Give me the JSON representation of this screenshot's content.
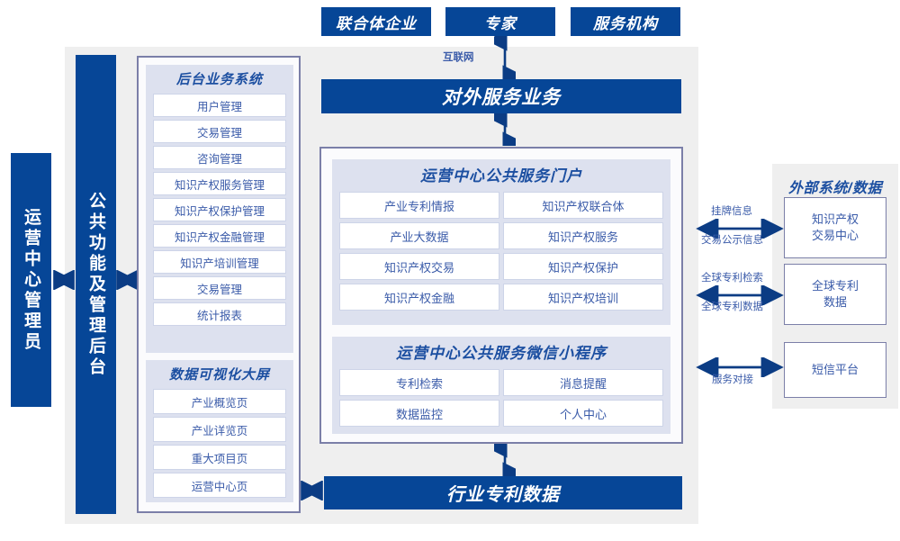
{
  "meta": {
    "colors": {
      "brand_blue": "#064697",
      "panel_bg": "#dde1ef",
      "container_gray": "#efefef",
      "border_purple": "#7b7fa8",
      "text_blue": "#3a5ba9"
    }
  },
  "top_actors": [
    {
      "label": "联合体企业"
    },
    {
      "label": "专家"
    },
    {
      "label": "服务机构"
    }
  ],
  "connectors": {
    "internet": "互联网",
    "listing_info": "挂牌信息",
    "trade_public_info": "交易公示信息",
    "global_patent_search": "全球专利检索",
    "global_patent_data": "全球专利数据",
    "service_docking": "服务对接"
  },
  "external_service_bar": {
    "label": "对外服务业务"
  },
  "bottom_bar": {
    "label": "行业专利数据"
  },
  "left_columns": {
    "admin": {
      "label": "运营中心管理员"
    },
    "common_backend": {
      "label": "公共功能及管理后台"
    }
  },
  "backend_system": {
    "title": "后台业务系统",
    "items": [
      "用户管理",
      "交易管理",
      "咨询管理",
      "知识产权服务管理",
      "知识产权保护管理",
      "知识产权金融管理",
      "知识产培训管理",
      "交易管理",
      "统计报表"
    ]
  },
  "visualization_screen": {
    "title": "数据可视化大屏",
    "items": [
      "产业概览页",
      "产业详览页",
      "重大项目页",
      "运营中心页"
    ]
  },
  "public_service_portal": {
    "title": "运营中心公共服务门户",
    "items": [
      "产业专利情报",
      "知识产权联合体",
      "产业大数据",
      "知识产权服务",
      "知识产权交易",
      "知识产权保护",
      "知识产权金融",
      "知识产权培训"
    ]
  },
  "wechat_miniprogram": {
    "title": "运营中心公共服务微信小程序",
    "items": [
      "专利检索",
      "消息提醒",
      "数据监控",
      "个人中心"
    ]
  },
  "external_systems": {
    "title": "外部系统/数据",
    "items": [
      {
        "line1": "知识产权",
        "line2": "交易中心"
      },
      {
        "line1": "全球专利",
        "line2": "数据"
      },
      {
        "line1": "短信平台",
        "line2": ""
      }
    ]
  }
}
